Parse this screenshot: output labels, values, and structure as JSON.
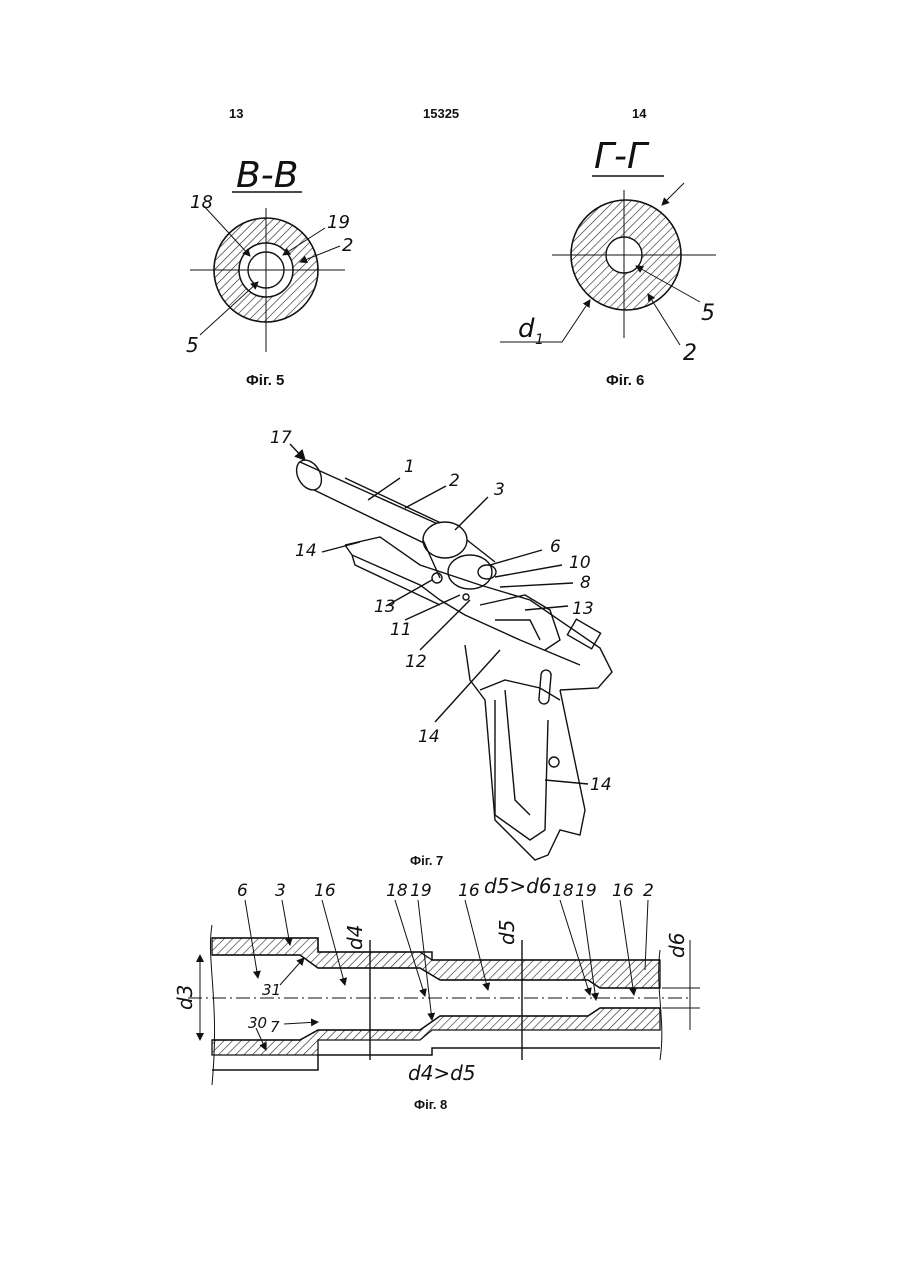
{
  "header": {
    "left_page": "13",
    "patent_number": "15325",
    "right_page": "14"
  },
  "fig5": {
    "caption": "Фіг. 5",
    "section_title": "В-В",
    "labels": {
      "l18": "18",
      "l19": "19",
      "l2": "2",
      "l5": "5"
    }
  },
  "fig6": {
    "caption": "Фіг. 6",
    "section_title": "Г-Г",
    "labels": {
      "d1": "d",
      "d1_sub": "1",
      "l5": "5",
      "l2": "2"
    }
  },
  "fig7": {
    "caption": "Фіг. 7",
    "labels": {
      "l17": "17",
      "l1": "1",
      "l2": "2",
      "l3": "3",
      "l14a": "14",
      "l6": "6",
      "l10": "10",
      "l8": "8",
      "l13a": "13",
      "l13b": "13",
      "l11": "11",
      "l12": "12",
      "l14b": "14",
      "l14c": "14"
    }
  },
  "fig8": {
    "caption": "Фіг. 8",
    "labels": {
      "l6": "6",
      "l3": "3",
      "l16a": "16",
      "l18a": "18",
      "l19a": "19",
      "l16b": "16",
      "l18b": "18",
      "l19b": "19",
      "l16c": "16",
      "l2": "2",
      "l31": "31",
      "l30": "30",
      "l7": "7",
      "d3": "d3",
      "d4": "d4",
      "d5": "d5",
      "d6": "d6",
      "cond_top": "d5>d6",
      "cond_bottom": "d4>d5"
    }
  }
}
